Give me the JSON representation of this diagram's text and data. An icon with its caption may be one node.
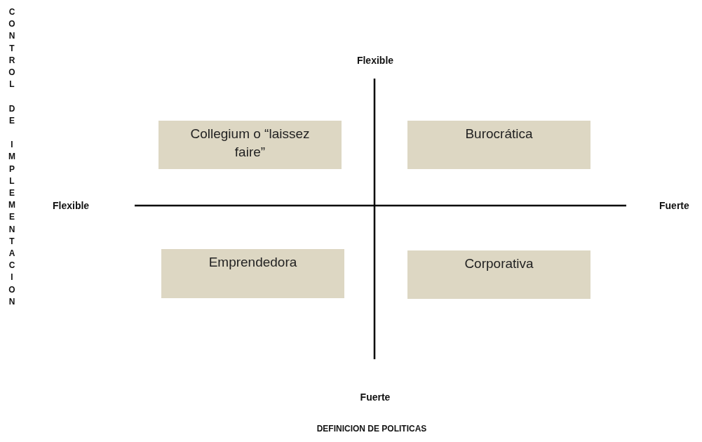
{
  "diagram": {
    "nodes": [
      {
        "text": [
          "Collegium o “laissez faire”"
        ]
      },
      {
        "text": [
          "Burocrática"
        ]
      },
      {
        "text": [
          "Emprendedora"
        ]
      },
      {
        "text": [
          "Corporativa"
        ]
      }
    ],
    "labels": [
      "CONTROL DE IMPLEMENTACION",
      "Flexible",
      "Flexible",
      "Fuerte",
      "Fuerte",
      "DEFINICION DE POLITICAS"
    ]
  }
}
